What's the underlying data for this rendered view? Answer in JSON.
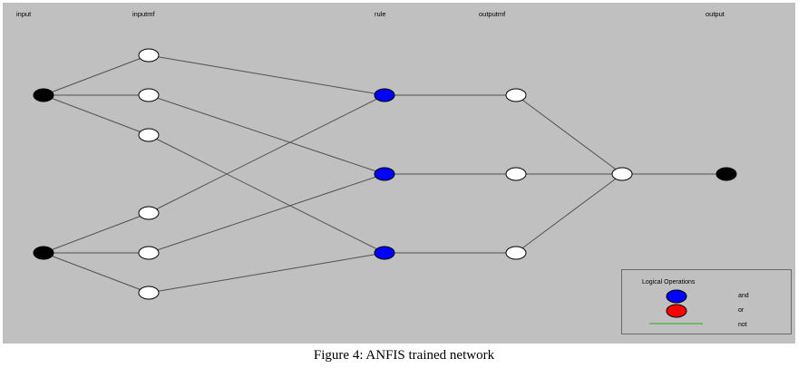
{
  "columns": {
    "input": "input",
    "inputmf": "inputmf",
    "rule": "rule",
    "outputmf": "outputmf",
    "output": "output"
  },
  "legend": {
    "title": "Logical Operations",
    "items": [
      {
        "label": "and",
        "color": "#0000ff"
      },
      {
        "label": "or",
        "color": "#ff0000"
      },
      {
        "label": "not",
        "color": "#22aa22"
      }
    ]
  },
  "colors": {
    "background": "#c0c0c0",
    "input_node": "#000000",
    "mf_node": "#ffffff",
    "rule_node": "#0000ff",
    "edge": "#505050"
  },
  "network": {
    "inputs": 2,
    "inputmfs_per_input": 3,
    "rules": 3,
    "outputmfs": 3,
    "outputs": 1
  },
  "caption": "Figure 4: ANFIS trained network"
}
